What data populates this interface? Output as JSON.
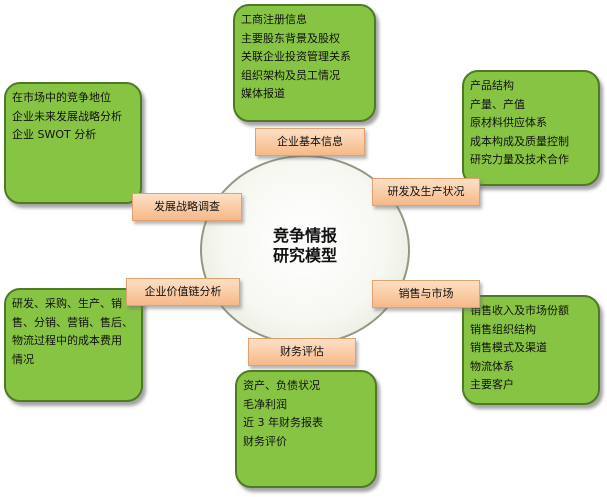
{
  "center": {
    "line1": "竞争情报",
    "line2": "研究模型"
  },
  "labels": {
    "basic": "企业基本信息",
    "rd": "研发及生产状况",
    "strategy": "发展战略调查",
    "sales": "销售与市场",
    "value_chain": "企业价值链分析",
    "finance": "财务评估"
  },
  "boxes": {
    "basic": [
      "工商注册信息",
      "主要股东背景及股权",
      "关联企业投资管理关系",
      "组织架构及员工情况",
      "媒体报道"
    ],
    "rd": [
      "产品结构",
      "产量、产值",
      "原材料供应体系",
      "成本构成及质量控制",
      "研究力量及技术合作"
    ],
    "strategy": [
      "在市场中的竞争地位",
      "企业未来发展战略分析",
      "企业 SWOT 分析"
    ],
    "sales": [
      "销售收入及市场份额",
      "销售组织结构",
      "销售模式及渠道",
      "物流体系",
      "主要客户"
    ],
    "value_chain": [
      "研发、采购、生产、销",
      "售、分销、营销、售后、",
      "物流过程中的成本费用",
      "情况"
    ],
    "finance": [
      "资产、负债状况",
      "毛净利润",
      "近 3 年财务报表",
      "财务评价"
    ]
  }
}
